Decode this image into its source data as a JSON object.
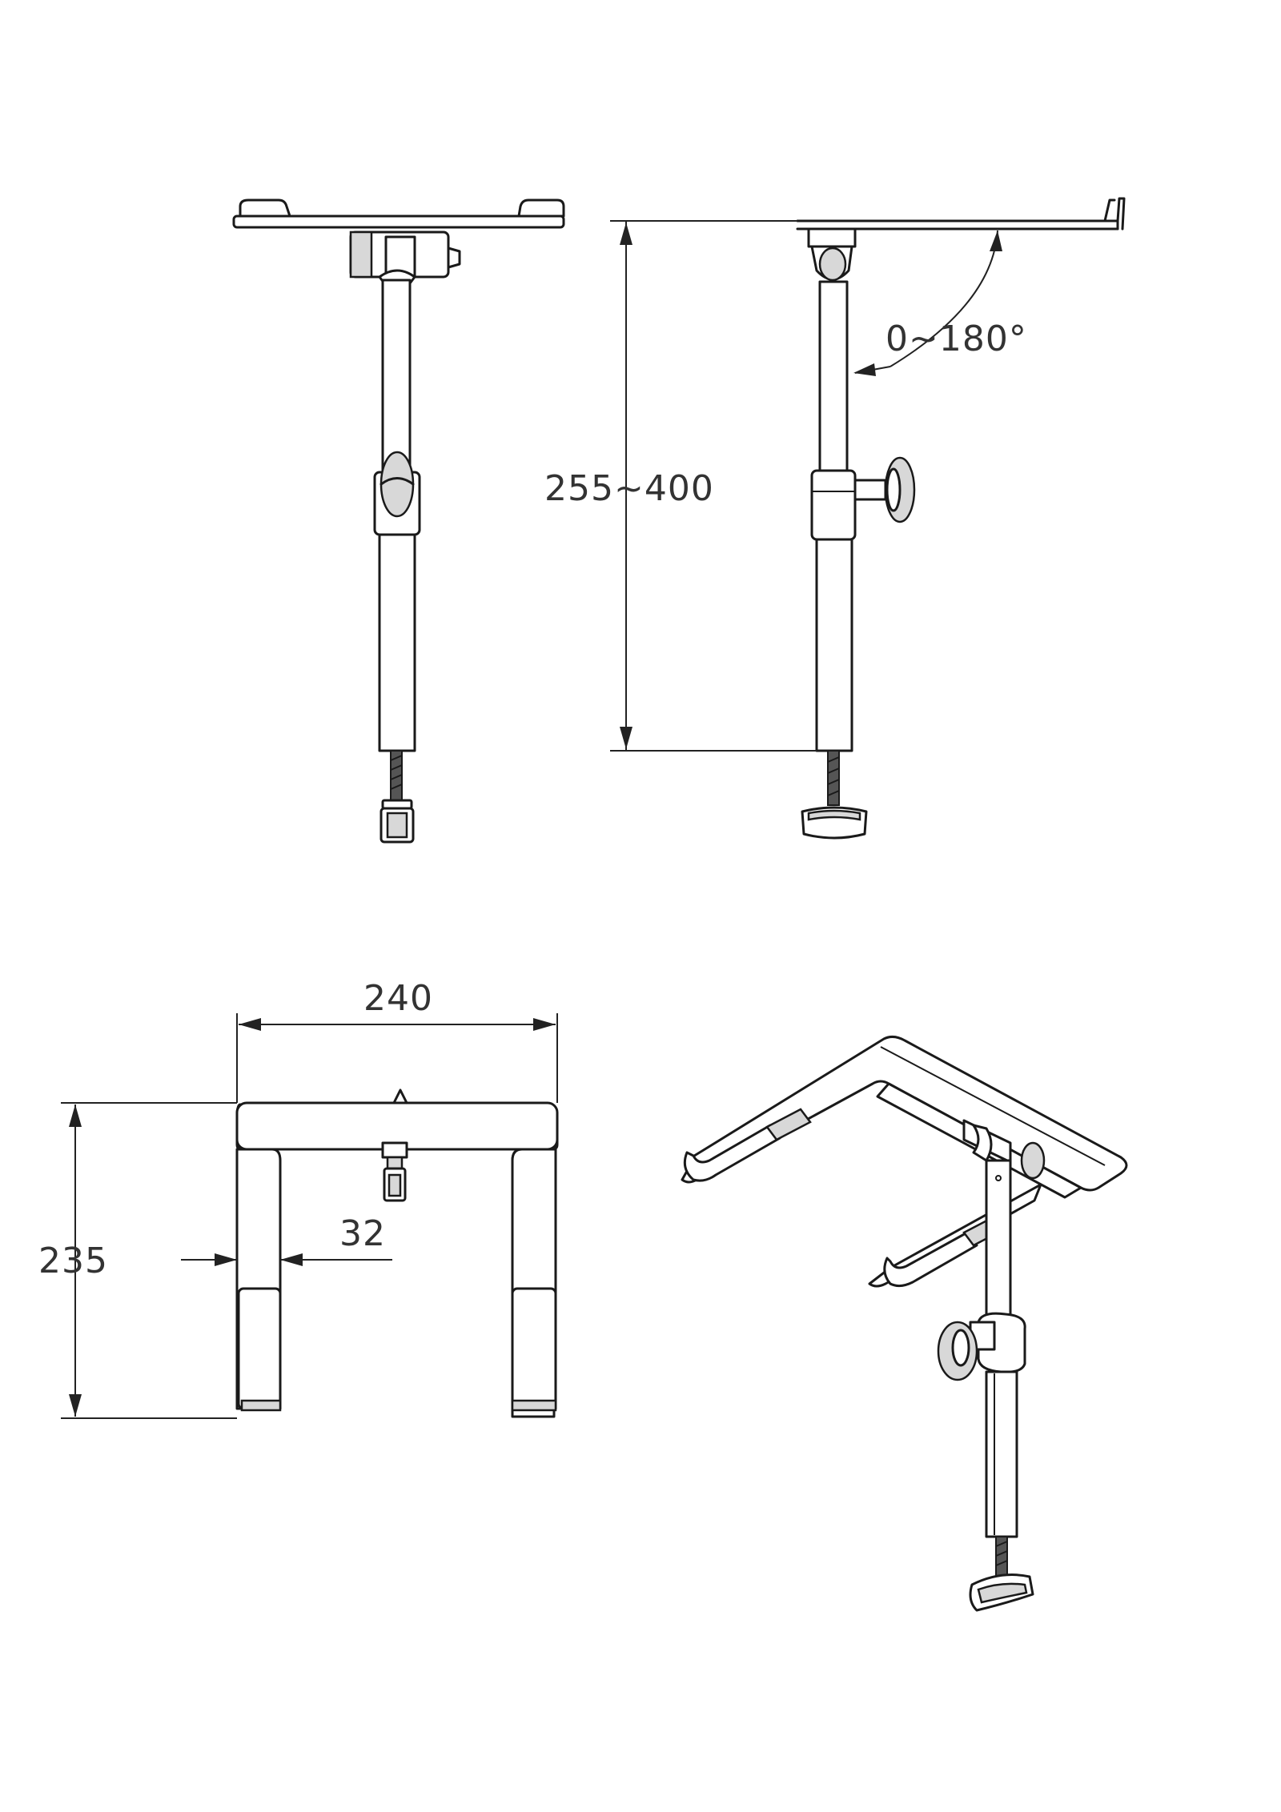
{
  "dimensions": {
    "height_range": "255~400",
    "tilt_angle": "0~180°",
    "width": "240",
    "depth": "235",
    "arm_width": "32"
  },
  "views": [
    "front-view",
    "side-view",
    "top-view",
    "isometric-view"
  ]
}
